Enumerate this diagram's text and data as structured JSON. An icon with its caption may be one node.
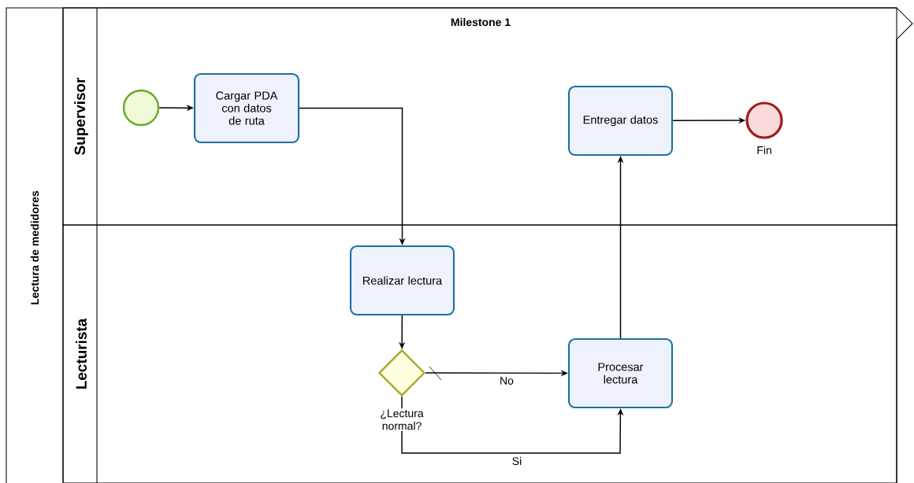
{
  "diagram": {
    "nodes": [
      {
        "text": [
          "Lectura de medidores"
        ]
      },
      {
        "text": [
          "Supervisor"
        ],
        "in": 0
      },
      {
        "text": [
          "Lecturista"
        ],
        "in": 0
      },
      {
        "text": [],
        "shape": "circle",
        "in": 1
      },
      {
        "text": [
          "Cargar PDA con datos de ruta"
        ],
        "in": 1
      },
      {
        "text": [
          "Entregar datos"
        ],
        "in": 1
      },
      {
        "text": [],
        "shape": "circle",
        "beside": [
          "Fin"
        ],
        "in": 1
      },
      {
        "text": [
          "Realizar lectura"
        ],
        "in": 2
      },
      {
        "text": [],
        "shape": "diamond",
        "beside": [
          "¿Lectura normal?"
        ],
        "in": 2
      },
      {
        "text": [
          "Procesar lectura"
        ],
        "in": 2
      }
    ],
    "edges": [
      {
        "from": 3,
        "to": 4,
        "arrow": "to"
      },
      {
        "from": 4,
        "to": 7,
        "arrow": "to"
      },
      {
        "from": 7,
        "to": 8,
        "arrow": "to"
      },
      {
        "from": 8,
        "to": 9,
        "arrow": "to",
        "label": "No"
      },
      {
        "from": 8,
        "to": 9,
        "arrow": "to",
        "label": "Si"
      },
      {
        "from": 9,
        "to": 5,
        "arrow": "to"
      },
      {
        "from": 5,
        "to": 6,
        "arrow": "to"
      }
    ],
    "labels": [
      "Milestone 1"
    ]
  }
}
